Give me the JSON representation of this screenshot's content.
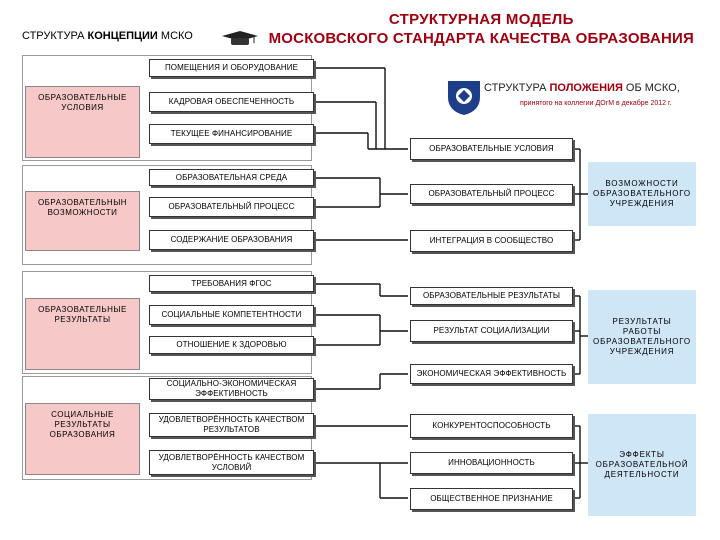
{
  "header": {
    "left_prefix": "СТРУКТУРА ",
    "left_bold": "КОНЦЕПЦИИ",
    "left_suffix": " МСКО",
    "right_line1": "СТРУКТУРНАЯ МОДЕЛЬ",
    "right_line2": "МОСКОВСКОГО СТАНДАРТА КАЧЕСТВА ОБРАЗОВАНИЯ",
    "sub_prefix": "СТРУКТУРА ",
    "sub_bold": "ПОЛОЖЕНИЯ",
    "sub_suffix": " ОБ МСКО,",
    "sub_note": "принятого на коллегии ДОгМ в декабре 2012 г."
  },
  "left_categories": [
    "ОБРАЗОВАТЕЛЬНЫЕ УСЛОВИЯ",
    "ОБРАЗОВАТЕЛЬНЫН ВОЗМОЖНОСТИ",
    "ОБРАЗОВАТЕЛЬНЫЕ РЕЗУЛЬТАТЫ",
    "СОЦИАЛЬНЫЕ РЕЗУЛЬТАТЫ ОБРАЗОВАНИЯ"
  ],
  "left_items": [
    [
      "ПОМЕЩЕНИЯ И ОБОРУДОВАНИЕ",
      "КАДРОВАЯ ОБЕСПЕЧЕННОСТЬ",
      "ТЕКУЩЕЕ ФИНАНСИРОВАНИЕ"
    ],
    [
      "ОБРАЗОВАТЕЛЬНАЯ СРЕДА",
      "ОБРАЗОВАТЕЛЬНЫЙ ПРОЦЕСС",
      "СОДЕРЖАНИЕ ОБРАЗОВАНИЯ"
    ],
    [
      "ТРЕБОВАНИЯ ФГОС",
      "СОЦИАЛЬНЫЕ КОМПЕТЕНТНОСТИ",
      "ОТНОШЕНИЕ К ЗДОРОВЬЮ"
    ],
    [
      "СОЦИАЛЬНО-ЭКОНОМИЧЕСКАЯ ЭФФЕКТИВНОСТЬ",
      "УДОВЛЕТВОРЁННОСТЬ КАЧЕСТВОМ РЕЗУЛЬТАТОВ",
      "УДОВЛЕТВОРЁННОСТЬ КАЧЕСТВОМ УСЛОВИЙ"
    ]
  ],
  "right_items": [
    "ОБРАЗОВАТЕЛЬНЫЕ УСЛОВИЯ",
    "ОБРАЗОВАТЕЛЬНЫЙ ПРОЦЕСС",
    "ИНТЕГРАЦИЯ В СООБЩЕСТВО",
    "ОБРАЗОВАТЕЛЬНЫЕ РЕЗУЛЬТАТЫ",
    "РЕЗУЛЬТАТ СОЦИАЛИЗАЦИИ",
    "ЭКОНОМИЧЕСКАЯ ЭФФЕКТИВНОСТЬ",
    "КОНКУРЕНТОСПОСОБНОСТЬ",
    "ИННОВАЦИОННОСТЬ",
    "ОБЩЕСТВЕННОЕ ПРИЗНАНИЕ"
  ],
  "right_categories": [
    "ВОЗМОЖНОСТИ ОБРАЗОВАТЕЛЬНОГО УЧРЕЖДЕНИЯ",
    "РЕЗУЛЬТАТЫ РАБОТЫ ОБРАЗОВАТЕЛЬНОГО УЧРЕЖДЕНИЯ",
    "ЭФФЕКТЫ ОБРАЗОВАТЕЛЬНОЙ ДЕЯТЕЛЬНОСТИ"
  ],
  "colors": {
    "title_red": "#a00010",
    "pink": "#f7c8c8",
    "blue": "#cfe6f7",
    "logo_blue": "#1d3e8a"
  }
}
